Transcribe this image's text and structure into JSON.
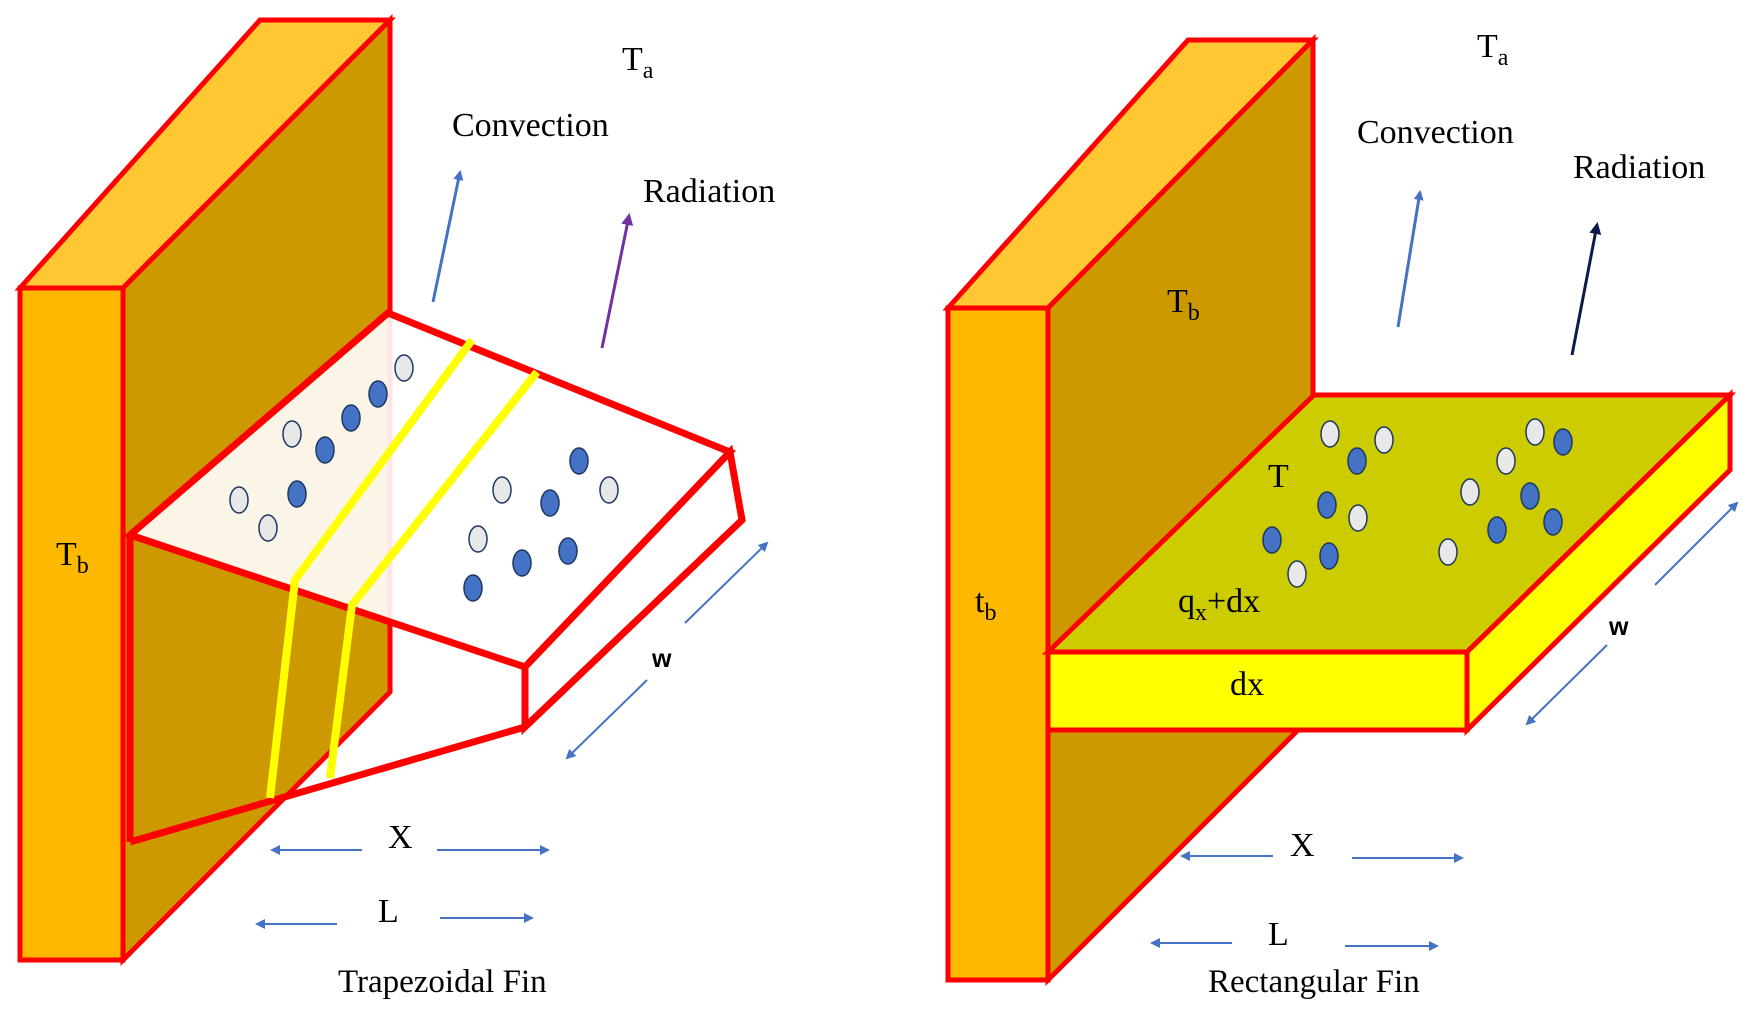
{
  "left_figure": {
    "caption": "Trapezoidal Fin",
    "base_temp": "T",
    "base_temp_sub": "b",
    "ambient": "T",
    "ambient_sub": "a",
    "convection": "Convection",
    "radiation": "Radiation",
    "width": "w",
    "x_label": "X",
    "length": "L"
  },
  "right_figure": {
    "caption": "Rectangular Fin",
    "wall_temp": "T",
    "wall_temp_sub": "b",
    "base_temp": "t",
    "base_temp_sub": "b",
    "ambient": "T",
    "ambient_sub": "a",
    "convection": "Convection",
    "radiation": "Radiation",
    "fin_temp": "T",
    "heat_flux": "q",
    "heat_flux_sub": "x",
    "heat_flux_suffix": "+dx",
    "element": "dx",
    "width": "w",
    "x_label": "X",
    "length": "L"
  },
  "colors": {
    "wall_front": "#FFB800",
    "wall_top": "#FFC832",
    "wall_side": "#CC9900",
    "outline": "#FF0000",
    "fin_top": "#CCCC00",
    "fin_front": "#FFFF00",
    "highlight": "#FFFF00",
    "dot_blue": "#4472C4",
    "dot_white": "#E8E8E8",
    "arrow_blue": "#4472C4",
    "arrow_purple": "#7030A0",
    "arrow_navy": "#0C1B48"
  }
}
